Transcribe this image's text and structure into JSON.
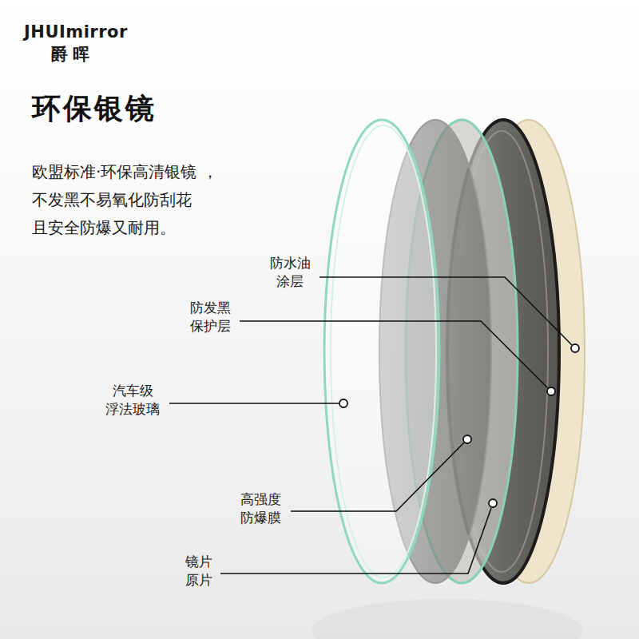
{
  "diagram": {
    "title": "环保银镜",
    "labels": [
      "JHUImirror",
      "爵晖",
      "欧盟标准·环保高清银镜 ，不发黑不易氧化防刮花 且安全防爆又耐用。",
      "防水油 涂层",
      "防发黑 保护层",
      "汽车级 浮法玻璃",
      "高强度 防爆膜",
      "镜片 原片"
    ]
  }
}
